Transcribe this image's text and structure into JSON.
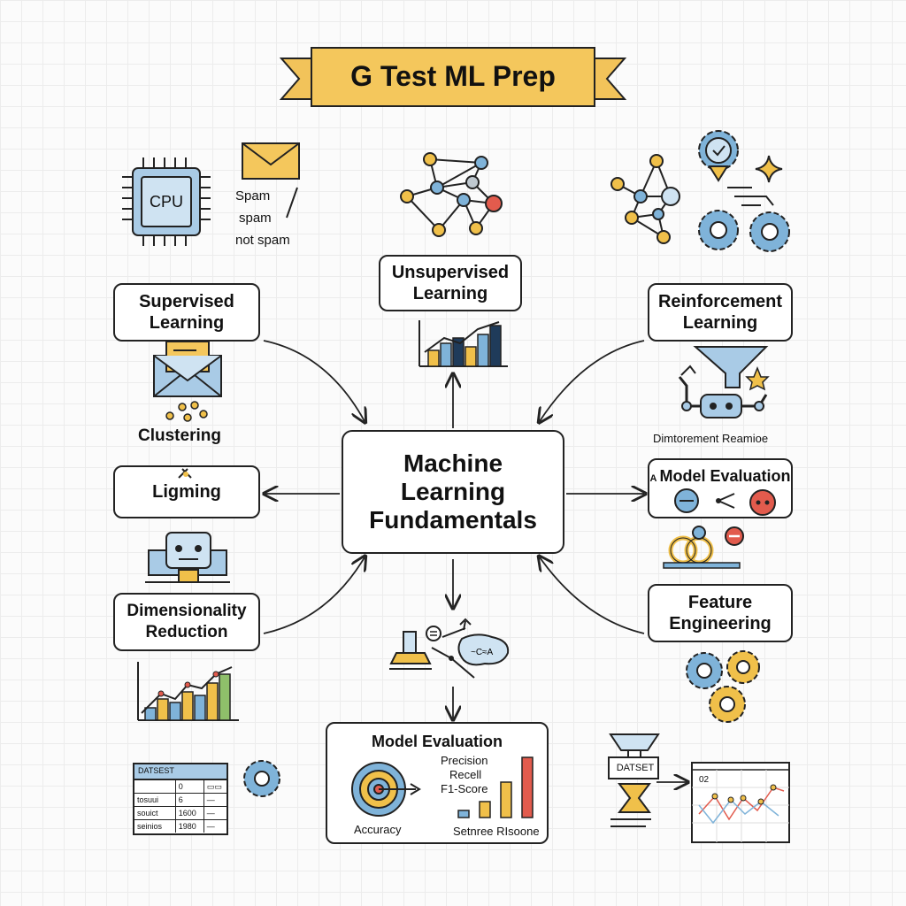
{
  "title": "G Test ML Prep",
  "center": {
    "line1": "Machine",
    "line2": "Learning",
    "line3": "Fundamentals"
  },
  "nodes": {
    "supervised": "Supervised Learning",
    "unsupervised": "Unsupervised Learning",
    "reinforcement": "Reinforcement Learning",
    "ligming": "Ligming",
    "model_eval_right": "Model Evaluation",
    "model_eval_right_prefix": "A",
    "dimensionality": "Dimensionality Reduction",
    "feature": "Feature Engineering",
    "model_eval_bottom": "Model Evaluation"
  },
  "labels": {
    "cpu": "CPU",
    "spam1": "Spam",
    "spam2": "spam",
    "spam3": "not spam",
    "clustering": "Clustering",
    "env": "Dimtorement Reamioe",
    "precision": "Precision",
    "recall": "Recell",
    "f1": "F1-Score",
    "accuracy": "Accuracy",
    "score": "Setnree RIsoone",
    "dataset_left": "DATSEST",
    "dataset_right": "DATSET",
    "table_rows": [
      [
        "",
        "0",
        "▭▭"
      ],
      [
        "tosuui",
        "6",
        "—"
      ],
      [
        "souict",
        "1600",
        "—"
      ],
      [
        "seinios",
        "1980",
        "—"
      ]
    ],
    "plot_label": "02"
  },
  "colors": {
    "ribbon": "#f2c35a",
    "blue": "#7fb3d9",
    "yellow": "#f0c04a",
    "red": "#e25b4d",
    "dark": "#222222"
  }
}
